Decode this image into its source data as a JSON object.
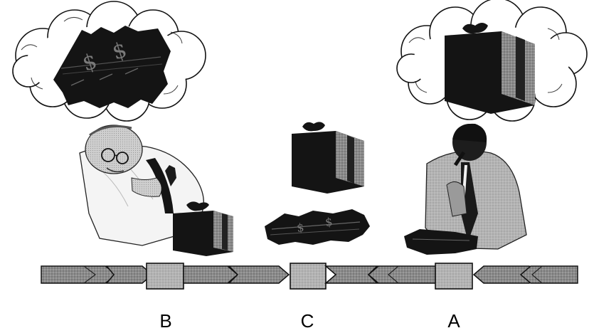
{
  "labels": {
    "b": "B",
    "c": "C",
    "a": "A"
  },
  "colors": {
    "ink": "#111111",
    "box_dark": "#141414",
    "box_side": "#6a6a6a",
    "ribbon": "#3a3a3a",
    "bar_fill": "#8c8c8c",
    "node_fill": "#b0b0b0",
    "cloud_fill": "#ffffff",
    "skin": "#d8d8d8",
    "shirt": "#f2f2f2",
    "jacket": "#c8c8c8"
  },
  "icons": {
    "thought_left": "thought-cloud-money",
    "thought_right": "thought-cloud-gift",
    "person_left": "person-opening-gift",
    "person_right": "person-reading-money",
    "center_items": [
      "gift-box",
      "money-stack"
    ],
    "chain": [
      "arrow-right",
      "node",
      "arrow-right",
      "arrow-right",
      "node",
      "arrow-left",
      "arrow-left",
      "node",
      "arrow-left",
      "arrow-left"
    ]
  }
}
